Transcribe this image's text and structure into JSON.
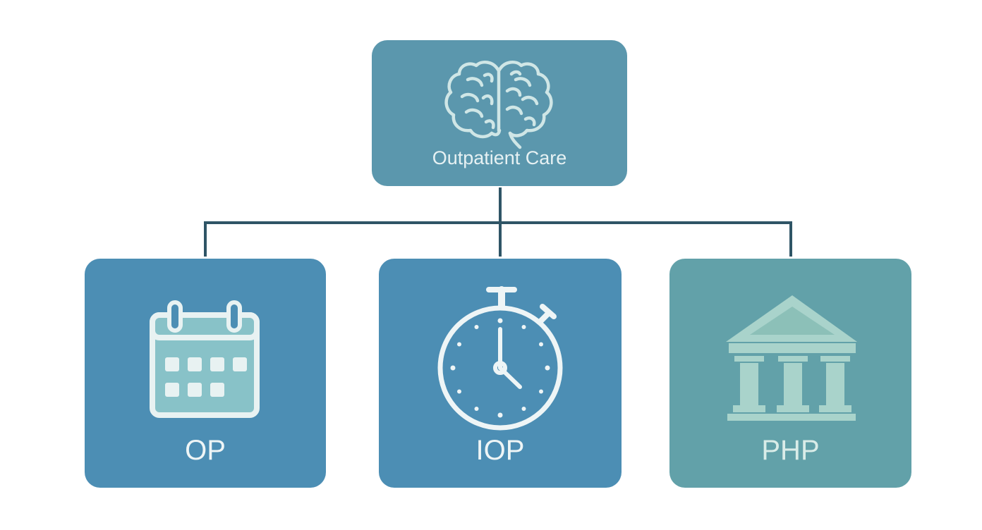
{
  "diagram": {
    "root": {
      "label": "Outpatient Care",
      "icon": "brain-icon"
    },
    "children": [
      {
        "key": "op",
        "label": "OP",
        "icon": "calendar-icon"
      },
      {
        "key": "iop",
        "label": "IOP",
        "icon": "stopwatch-icon"
      },
      {
        "key": "php",
        "label": "PHP",
        "icon": "building-columns-icon"
      }
    ]
  },
  "colors": {
    "root_box": "#5b97ad",
    "op_box": "#4c8eb4",
    "iop_box": "#4c8eb4",
    "php_box": "#62a1a9",
    "connector": "#2f5566",
    "background": "#ffffff"
  }
}
